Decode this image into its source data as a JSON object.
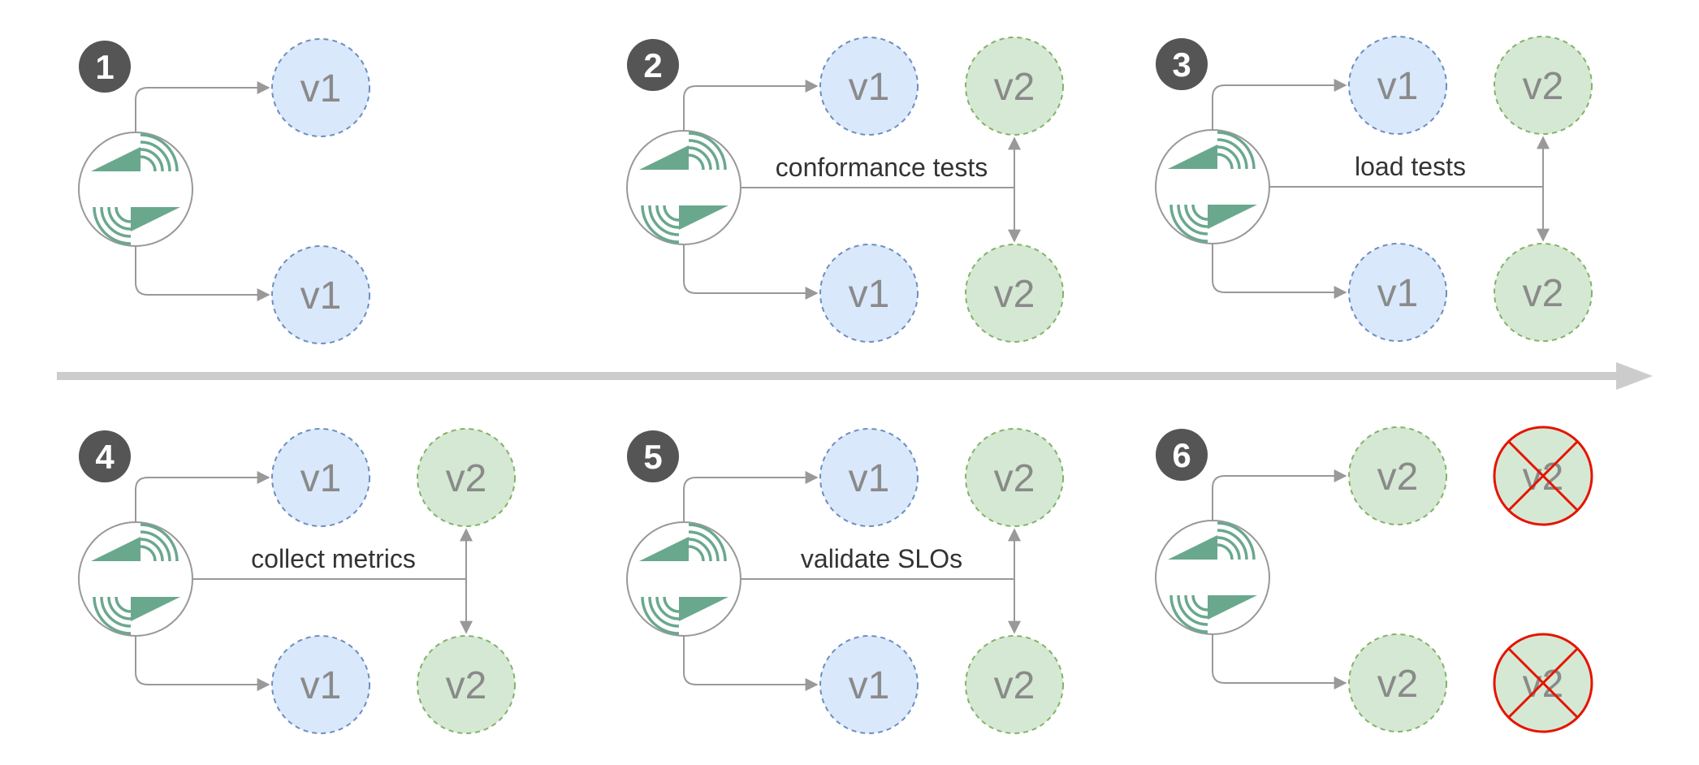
{
  "colors": {
    "v1_fill": "#dae8fc",
    "v1_stroke": "#6c8ebf",
    "v2_fill": "#d5e8d4",
    "v2_stroke": "#82b366",
    "connector": "#999999",
    "badge": "#555555",
    "timeline": "#cccccc",
    "removed": "#e51400",
    "logo": "#6aa88e"
  },
  "stages": [
    {
      "number": "1",
      "label": "",
      "top": {
        "a": "v1",
        "b": ""
      },
      "bottom": {
        "a": "v1",
        "b": ""
      },
      "removed": false
    },
    {
      "number": "2",
      "label": "conformance tests",
      "top": {
        "a": "v1",
        "b": "v2"
      },
      "bottom": {
        "a": "v1",
        "b": "v2"
      },
      "removed": false
    },
    {
      "number": "3",
      "label": "load tests",
      "top": {
        "a": "v1",
        "b": "v2"
      },
      "bottom": {
        "a": "v1",
        "b": "v2"
      },
      "removed": false
    },
    {
      "number": "4",
      "label": "collect metrics",
      "top": {
        "a": "v1",
        "b": "v2"
      },
      "bottom": {
        "a": "v1",
        "b": "v2"
      },
      "removed": false
    },
    {
      "number": "5",
      "label": "validate SLOs",
      "top": {
        "a": "v1",
        "b": "v2"
      },
      "bottom": {
        "a": "v1",
        "b": "v2"
      },
      "removed": false
    },
    {
      "number": "6",
      "label": "",
      "top": {
        "a": "v2",
        "b": "v2"
      },
      "bottom": {
        "a": "v2",
        "b": "v2"
      },
      "removed": true
    }
  ]
}
